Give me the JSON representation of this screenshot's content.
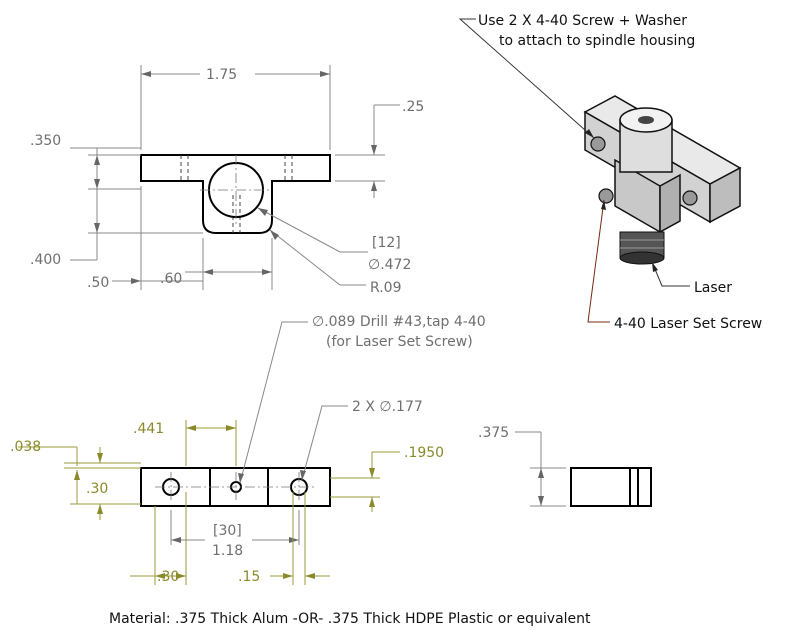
{
  "top_view": {
    "dim_width": "1.75",
    "dim_top_offset": ".25",
    "dim_flange_height": ".350",
    "dim_total_height": ".400",
    "dim_left_step": ".50",
    "dim_stem_width": ".60",
    "dim_bore_mm": "[12]",
    "dim_bore_diameter": "∅.472",
    "dim_fillet_radius": "R.09"
  },
  "front_view": {
    "dim_left_offset": ".441",
    "dim_edge_offset": ".038",
    "dim_hole_height": ".30",
    "dim_right_offset": ".1950",
    "dim_spacing_mm": "[30]",
    "dim_spacing": "1.18",
    "dim_bottom_left": ".30",
    "dim_bottom_right": ".15",
    "note_drill_line1": "∅.089 Drill #43,tap 4-40",
    "note_drill_line2": "(for Laser Set Screw)",
    "note_holes": "2 X ∅.177"
  },
  "side_view": {
    "dim_thickness": ".375"
  },
  "iso_view": {
    "note_screw_line1": "Use 2 X 4-40 Screw + Washer",
    "note_screw_line2": "to attach to spindle housing",
    "label_laser": "Laser",
    "label_set_screw": "4-40 Laser Set Screw"
  },
  "footer": {
    "material_note": "Material: .375 Thick Alum -OR- .375 Thick HDPE Plastic or equivalent"
  },
  "colors": {
    "outline": "#000000",
    "dimension_gray": "#6f6f6f",
    "dimension_olive": "#8a8a2a",
    "leader_brown": "#7a2a10"
  }
}
